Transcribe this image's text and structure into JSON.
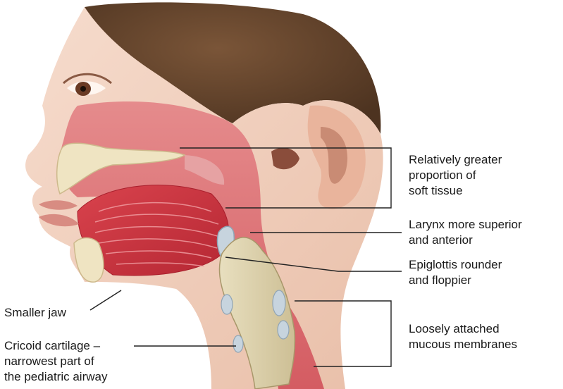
{
  "labels": {
    "soft_tissue": [
      "Relatively greater",
      "proportion of",
      "soft tissue"
    ],
    "larynx": [
      "Larynx more superior",
      "and anterior"
    ],
    "epiglottis": [
      "Epiglottis rounder",
      "and floppier"
    ],
    "mucous": [
      "Loosely attached",
      "mucous membranes"
    ],
    "jaw": [
      "Smaller jaw"
    ],
    "cricoid": [
      "Cricoid cartilage –",
      "narrowest part of",
      "the pediatric airway"
    ]
  },
  "colors": {
    "skin": "#f3d7c6",
    "hair": "#6b4a2e",
    "airway": "#d96b6e",
    "tongue": "#c9343f",
    "bone": "#efe4c2",
    "cartilage": "#c7d4de",
    "leader": "#222222"
  }
}
